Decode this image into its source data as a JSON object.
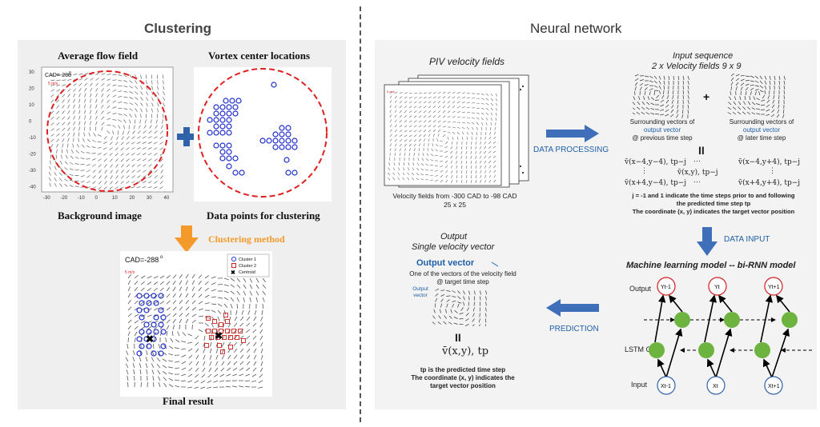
{
  "left": {
    "title": "Clustering",
    "avg_flow_label": "Average flow field",
    "vortex_label": "Vortex center locations",
    "background_label": "Background image",
    "datapoints_label": "Data points for clustering",
    "method_label": "Clustering method",
    "final_label": "Final result",
    "cad_label": "CAD=-288",
    "cad_sup": "o",
    "scale_label": "5 m/s",
    "y_ticks": [
      "30",
      "20",
      "10",
      "0",
      "-10",
      "-20",
      "-30",
      "-40"
    ],
    "x_ticks": [
      "-30",
      "-20",
      "-10",
      "0",
      "10",
      "20",
      "30",
      "40"
    ],
    "legend": [
      "Cluster 1",
      "Cluster 2",
      "Centroid"
    ]
  },
  "right": {
    "title": "Neural network",
    "piv_label": "PIV velocity fields",
    "piv_desc_1": "Velocity fields from -300 CAD to -98 CAD",
    "piv_desc_2": "25 x 25",
    "data_processing": "DATA PROCESSING",
    "input_title_1": "Input sequence",
    "input_title_2": "2 x Velocity fields 9 x 9",
    "surround_prev_1": "Surrounding vectors of",
    "surround_prev_2": "output vector",
    "surround_prev_3": "@ previous time step",
    "surround_later_1": "Surrounding vectors of",
    "surround_later_2": "output vector",
    "surround_later_3": "@ later time step",
    "plus": "+",
    "equals": "II",
    "seq_1": "v̄(x−4,y−4), tp−j",
    "seq_2": "v̄(x−4,y+4), tp−j",
    "seq_mid": "v̄(x,y), tp−j",
    "seq_3": "v̄(x+4,y−4), tp−j",
    "seq_4": "v̄(x+4,y+4), tp−j",
    "dots": "⋯",
    "vdots": "⋮",
    "j_note_1": "j = -1 and 1 indicate the time steps prior to and following",
    "j_note_2": "the predicted time step tp",
    "j_note_3": "The coordinate (x, y) indicates the target vector position",
    "data_input": "DATA INPUT",
    "ml_title": "Machine learning model -- bi-RNN model",
    "row_output": "Output",
    "row_lstm": "LSTM Cell",
    "row_input": "Input",
    "y_nodes": [
      "Yt-1",
      "Yt",
      "Yt+1"
    ],
    "x_nodes": [
      "Xt-1",
      "Xt",
      "Xt+1"
    ],
    "prediction": "PREDICTION",
    "output_title_1": "Output",
    "output_title_2": "Single velocity vector",
    "output_vector": "Output vector",
    "output_desc_1": "One of the vectors of the velocity field",
    "output_desc_2": "@ target time step",
    "output_vec_small": "Output vector",
    "result_eq": "v̄(x,y), tp",
    "tp_note": "tp  is the predicted time step",
    "coord_note_1": "The coordinate (x, y) indicates the",
    "coord_note_2": "target vector position"
  }
}
